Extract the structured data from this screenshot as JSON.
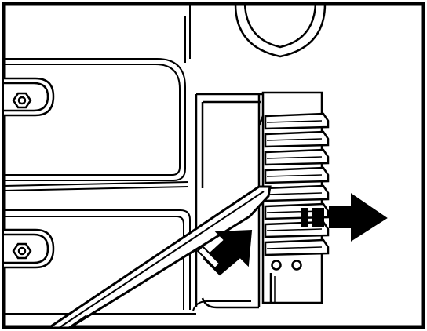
{
  "figure": {
    "kind": "technical line illustration",
    "stroke_color": "#000000",
    "background_color": "#ffffff",
    "icons": [
      "screwdriver",
      "push-arrow",
      "pull-out-arrow",
      "hex-bolt",
      "hex-bolt"
    ]
  }
}
